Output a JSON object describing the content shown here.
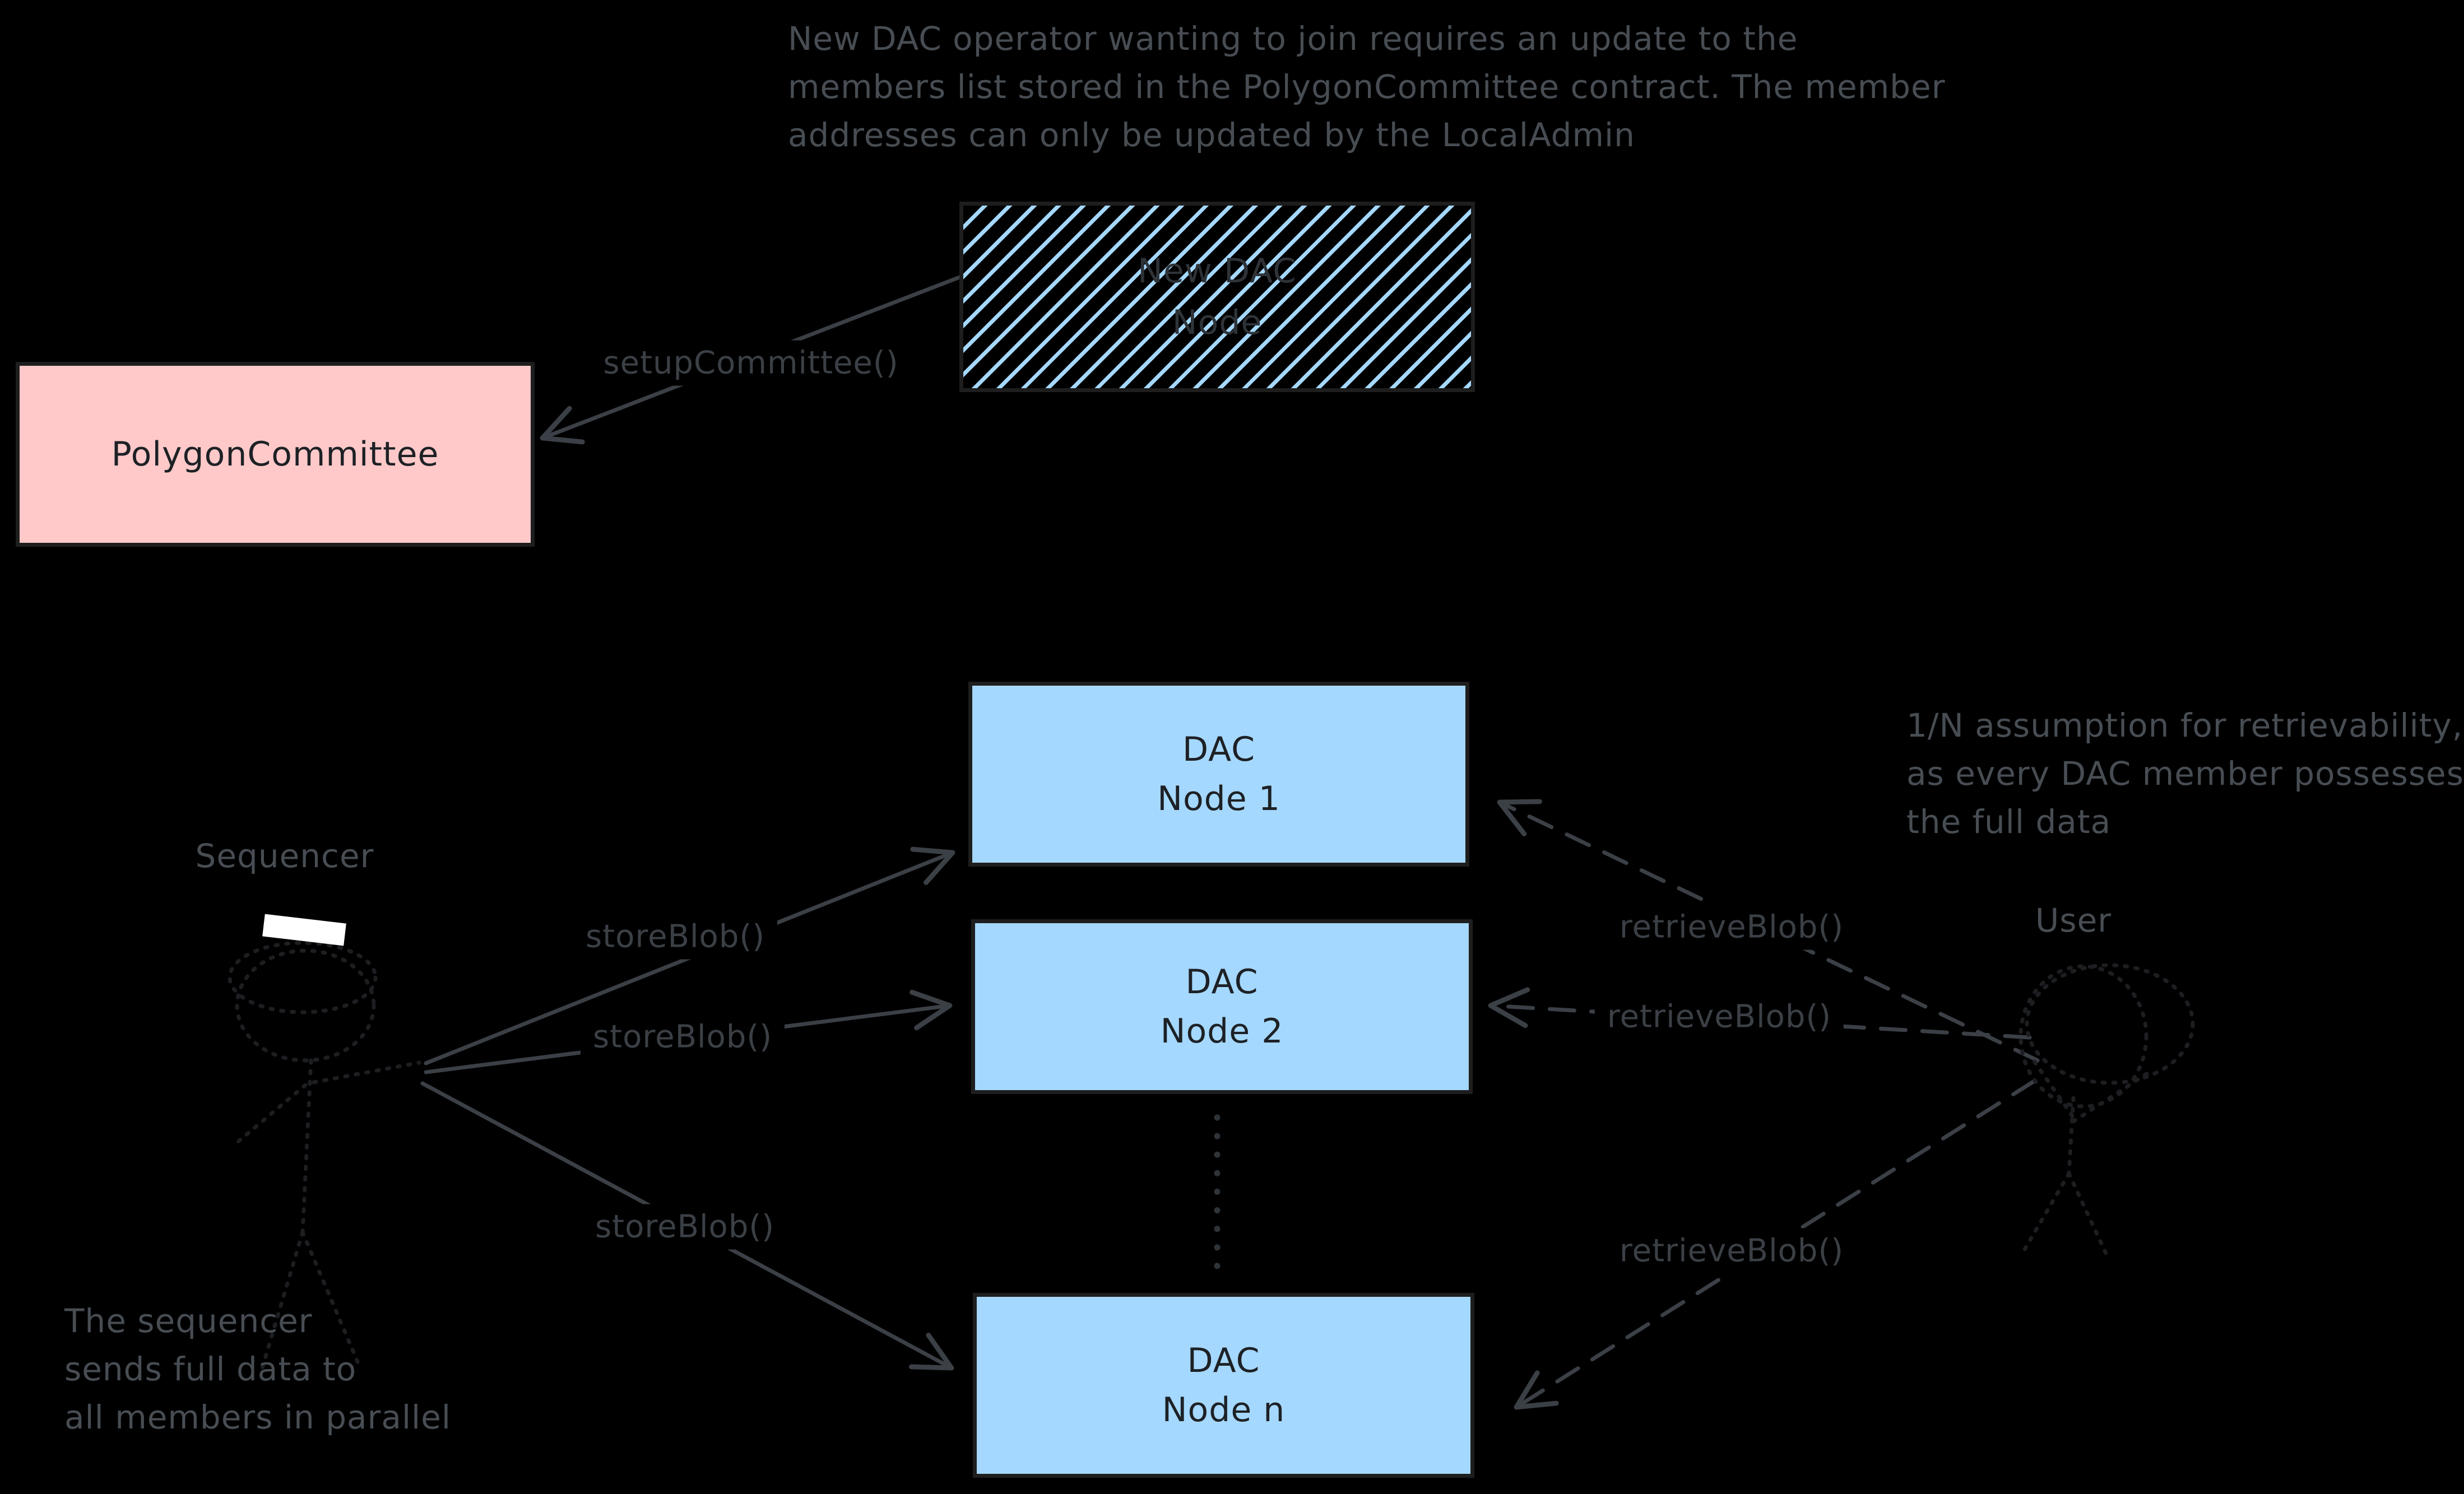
{
  "diagram": {
    "background": "#000000",
    "colors": {
      "node_fill": "#a5d8ff",
      "contract_fill": "#ffc9c9",
      "box_border": "#1e1e1e",
      "box_text": "#1d2125",
      "arrow_stroke": "#3b4046",
      "annotation_text": "#474d53",
      "hatch_line": "#a5d8ff",
      "sequencer_badge": "#ffffff"
    }
  },
  "annotations": {
    "join_note": {
      "lines": [
        "New DAC operator wanting to join requires an update to the",
        "members list stored in the PolygonCommittee contract. The member",
        "addresses can only be updated by the LocalAdmin"
      ]
    },
    "retrievability_note": {
      "lines": [
        "1/N assumption for retrievability,",
        "as every DAC member possesses",
        "the full data"
      ]
    },
    "parallel_note": {
      "lines": [
        "The sequencer",
        "sends full data to",
        "all members in parallel"
      ]
    }
  },
  "boxes": {
    "new_dac_node": {
      "lines": [
        "New DAC",
        "Node"
      ],
      "style": "hatched"
    },
    "polygon_committee": {
      "label": "PolygonCommittee"
    },
    "dac_node_1": {
      "lines": [
        "DAC",
        "Node 1"
      ]
    },
    "dac_node_2": {
      "lines": [
        "DAC",
        "Node 2"
      ]
    },
    "dac_node_n": {
      "lines": [
        "DAC",
        "Node n"
      ]
    }
  },
  "actors": {
    "sequencer": {
      "label": "Sequencer"
    },
    "user": {
      "label": "User"
    }
  },
  "edges": {
    "setup_committee": {
      "label": "setupCommittee()",
      "style": "solid"
    },
    "store_blob_1": {
      "label": "storeBlob()",
      "style": "solid"
    },
    "store_blob_2": {
      "label": "storeBlob()",
      "style": "solid"
    },
    "store_blob_3": {
      "label": "storeBlob()",
      "style": "solid"
    },
    "retrieve_blob_1": {
      "label": "retrieveBlob()",
      "style": "dashed"
    },
    "retrieve_blob_2": {
      "label": "retrieveBlob()",
      "style": "dashed"
    },
    "retrieve_blob_3": {
      "label": "retrieveBlob()",
      "style": "dashed"
    }
  }
}
